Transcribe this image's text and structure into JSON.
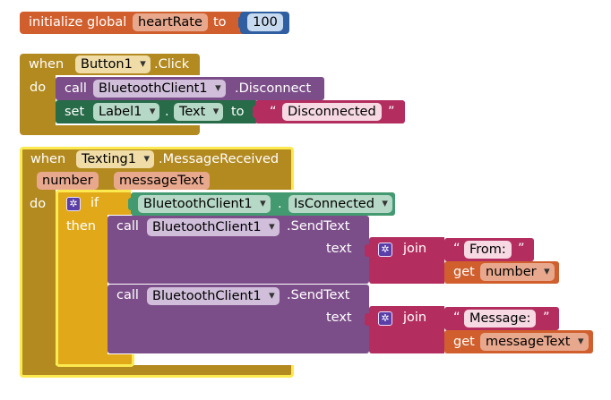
{
  "global_block": {
    "prefix": "initialize global",
    "var_name": "heartRate",
    "to_label": "to",
    "value": "100"
  },
  "button_event": {
    "when_label": "when",
    "component": "Button1",
    "event": ".Click",
    "do_label": "do",
    "call_label": "call",
    "call_component": "BluetoothClient1",
    "call_method": ".Disconnect",
    "set_label": "set",
    "set_component": "Label1",
    "dot": ".",
    "set_property": "Text",
    "to_label": "to",
    "string_value": "Disconnected"
  },
  "message_event": {
    "when_label": "when",
    "component": "Texting1",
    "event": ".MessageReceived",
    "param1": "number",
    "param2": "messageText",
    "do_label": "do",
    "if_label": "if",
    "then_label": "then",
    "cond_component": "BluetoothClient1",
    "cond_dot": ".",
    "cond_property": "IsConnected",
    "call1": {
      "call_label": "call",
      "component": "BluetoothClient1",
      "method": ".SendText",
      "text_label": "text",
      "join_label": "join",
      "string": "From: ",
      "get_label": "get",
      "get_var": "number"
    },
    "call2": {
      "call_label": "call",
      "component": "BluetoothClient1",
      "method": ".SendText",
      "text_label": "text",
      "join_label": "join",
      "string": "Message: ",
      "get_label": "get",
      "get_var": "messageText"
    }
  },
  "quote_open": "“",
  "quote_close": "”",
  "colors": {
    "variable": "#d05f2d",
    "variable_field": "#e8a88d",
    "math": "#2f5fa0",
    "math_field": "#c8daf0",
    "event": "#b38a20",
    "event_field": "#efdca7",
    "component": "#7c4e89",
    "component_field": "#d0bedb",
    "setter": "#276b48",
    "setter_field": "#b6d8c6",
    "text": "#b32d5e",
    "control": "#e1a91a",
    "getter": "#439970",
    "selected": "#fce94f"
  },
  "gear_icon": "gear-icon"
}
